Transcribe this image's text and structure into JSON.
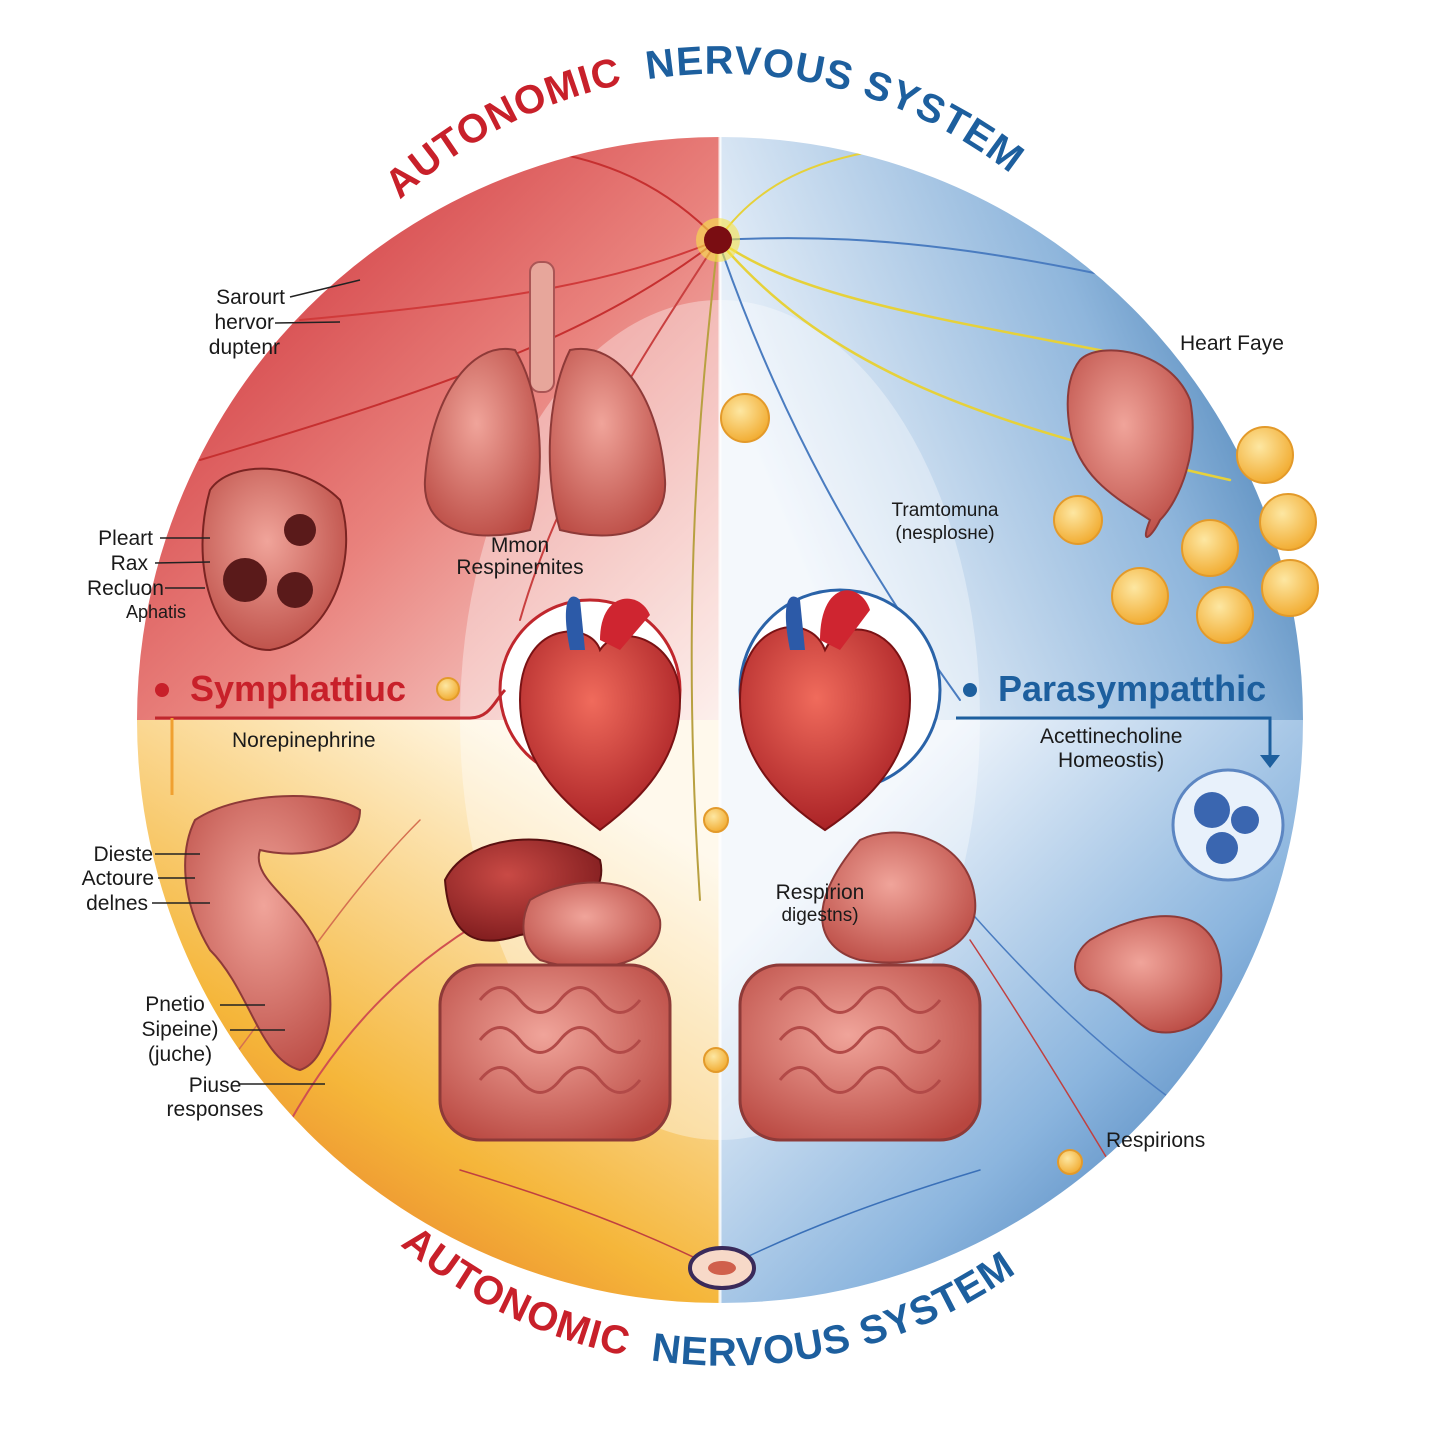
{
  "title_top": {
    "part1": "AUTONOMIC",
    "part2": "NERVOUS SYSTEM"
  },
  "title_bottom": {
    "part1": "AUTONOMIC",
    "part2": "NERVOUS SYSTEM"
  },
  "sympathetic": {
    "label": "Symphattiuc",
    "transmitter": "Norepinephrine"
  },
  "parasympathetic": {
    "label": "Parasympatthic",
    "transmitter": "Acettinecholine",
    "sub": "Homeostis)"
  },
  "labels": {
    "top_left": [
      "Sarourt",
      "hervor",
      "duptenr"
    ],
    "lungs": [
      "Mmon",
      "Respinemites"
    ],
    "heart_left": [
      "Pleart",
      "Rax",
      "Recluon",
      "Aphatis"
    ],
    "heart_right": "Heart Faye",
    "center_right": [
      "Tramtomuna",
      "(nesplosне)"
    ],
    "digest_left": [
      "Dieste",
      "Actoure",
      "delnes"
    ],
    "lower_left": [
      "Pnetio",
      "Sipeine)",
      "(juсhe)"
    ],
    "pulse": [
      "Piuse",
      "responses"
    ],
    "center_lower": [
      "Respirion",
      "digestns)"
    ],
    "lower_right": "Respirions"
  },
  "colors": {
    "sympathetic": "#c8202a",
    "parasympathetic": "#1d5f9e",
    "yellow": "#f2b630"
  },
  "icons": [
    "neuron-icon",
    "heart-icon",
    "lungs-icon",
    "stomach-icon",
    "intestine-icon",
    "receptor-icon",
    "arrow-icon"
  ]
}
